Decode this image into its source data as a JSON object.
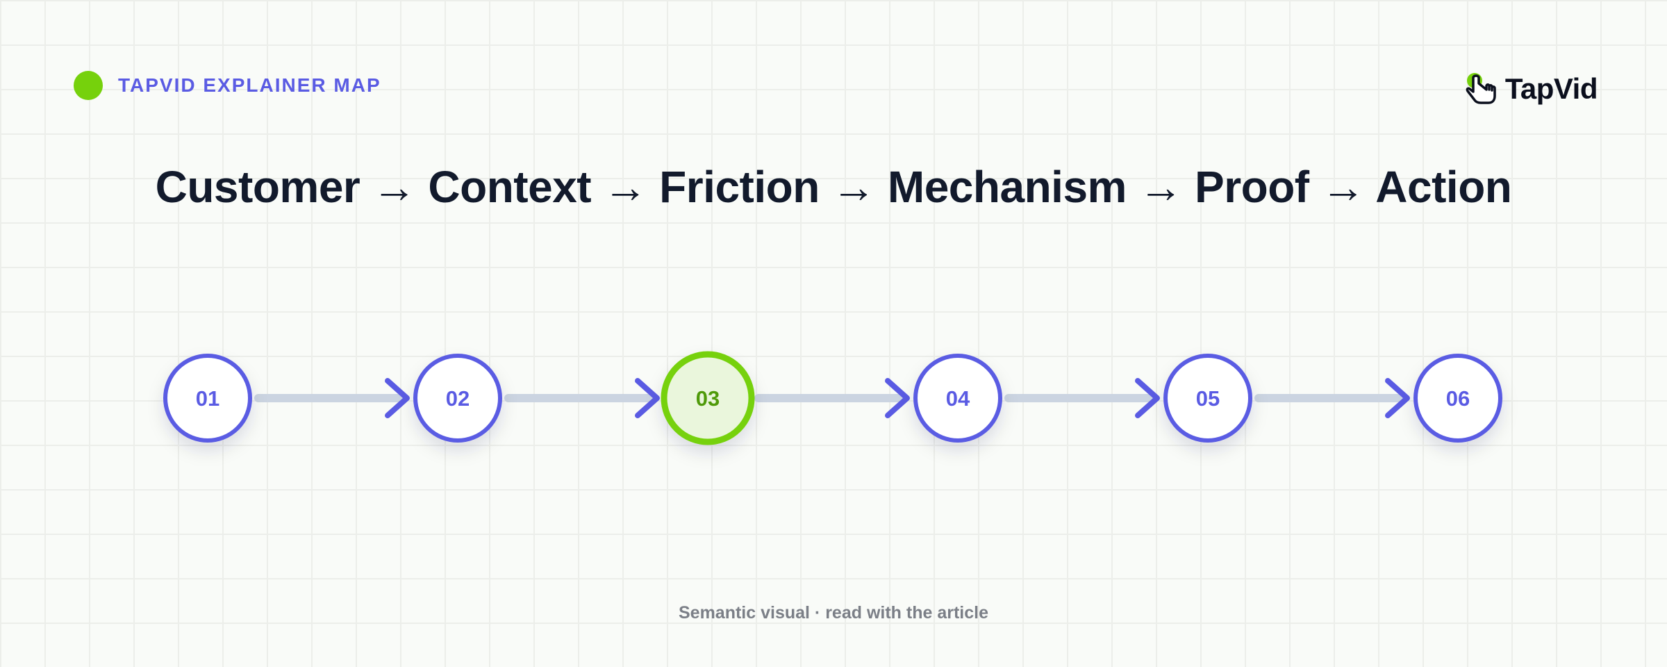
{
  "header": {
    "eyebrow": "TAPVID EXPLAINER MAP",
    "brand": "TapVid"
  },
  "headline": "Customer → Context → Friction → Mechanism → Proof → Action",
  "steps": [
    {
      "label": "01",
      "active": false
    },
    {
      "label": "02",
      "active": false
    },
    {
      "label": "03",
      "active": true
    },
    {
      "label": "04",
      "active": false
    },
    {
      "label": "05",
      "active": false
    },
    {
      "label": "06",
      "active": false
    }
  ],
  "footer": "Semantic visual · read with the article",
  "colors": {
    "accent": "#5a5be3",
    "highlight": "#76d10c",
    "highlight_fill": "#eaf6dc",
    "highlight_text": "#4f9a0a",
    "connector": "#cbd4e1",
    "headline": "#121a2c",
    "muted": "#7b7f87"
  }
}
